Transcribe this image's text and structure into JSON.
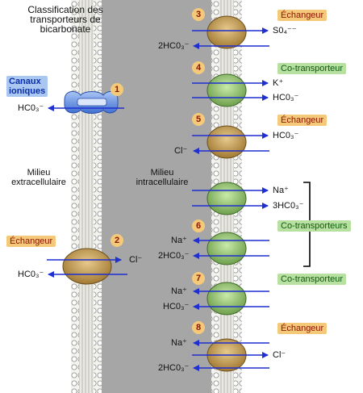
{
  "title": [
    "Classification des",
    "transporteurs de",
    "bicarbonate"
  ],
  "canaux": [
    "Canaux",
    "ioniques"
  ],
  "zones": {
    "extra": [
      "Milieu",
      "extracellulaire"
    ],
    "intra": [
      "Milieu",
      "intracellulaire"
    ]
  },
  "numbers": [
    "1",
    "2",
    "3",
    "4",
    "5",
    "6",
    "7",
    "8"
  ],
  "tags": {
    "t3": "Échangeur",
    "t4": "Co-transporteur",
    "t5": "Échangeur",
    "t6": "Co-transporteurs",
    "t7": "Co-transporteur",
    "t8": "Échangeur",
    "t2": "Échangeur"
  },
  "ions": {
    "i1": "HC0₃⁻",
    "i2a": "Cl⁻",
    "i2b": "HC0₃⁻",
    "i3a": "S0₄⁻⁻",
    "i3b": "2HC0₃⁻",
    "i4a": "K⁺",
    "i4b": "HC0₃⁻",
    "i5a": "HC0₃⁻",
    "i5b": "Cl⁻",
    "i6a": "Na⁺",
    "i6b": "3HC0₃⁻",
    "i6c": "Na⁺",
    "i6d": "2HC0₃⁻",
    "i7a": "Na⁺",
    "i7b": "HC0₃⁻",
    "i8a": "Na⁺",
    "i8b": "Cl⁻",
    "i8c": "2HC0₃⁻"
  },
  "colors": {
    "inner_band": "#a6a6a6",
    "exchanger": "#c9a35a",
    "cotransporter": "#9fcf7a",
    "channel": "#6f9ee8",
    "arrow": "#1f2fd0"
  }
}
